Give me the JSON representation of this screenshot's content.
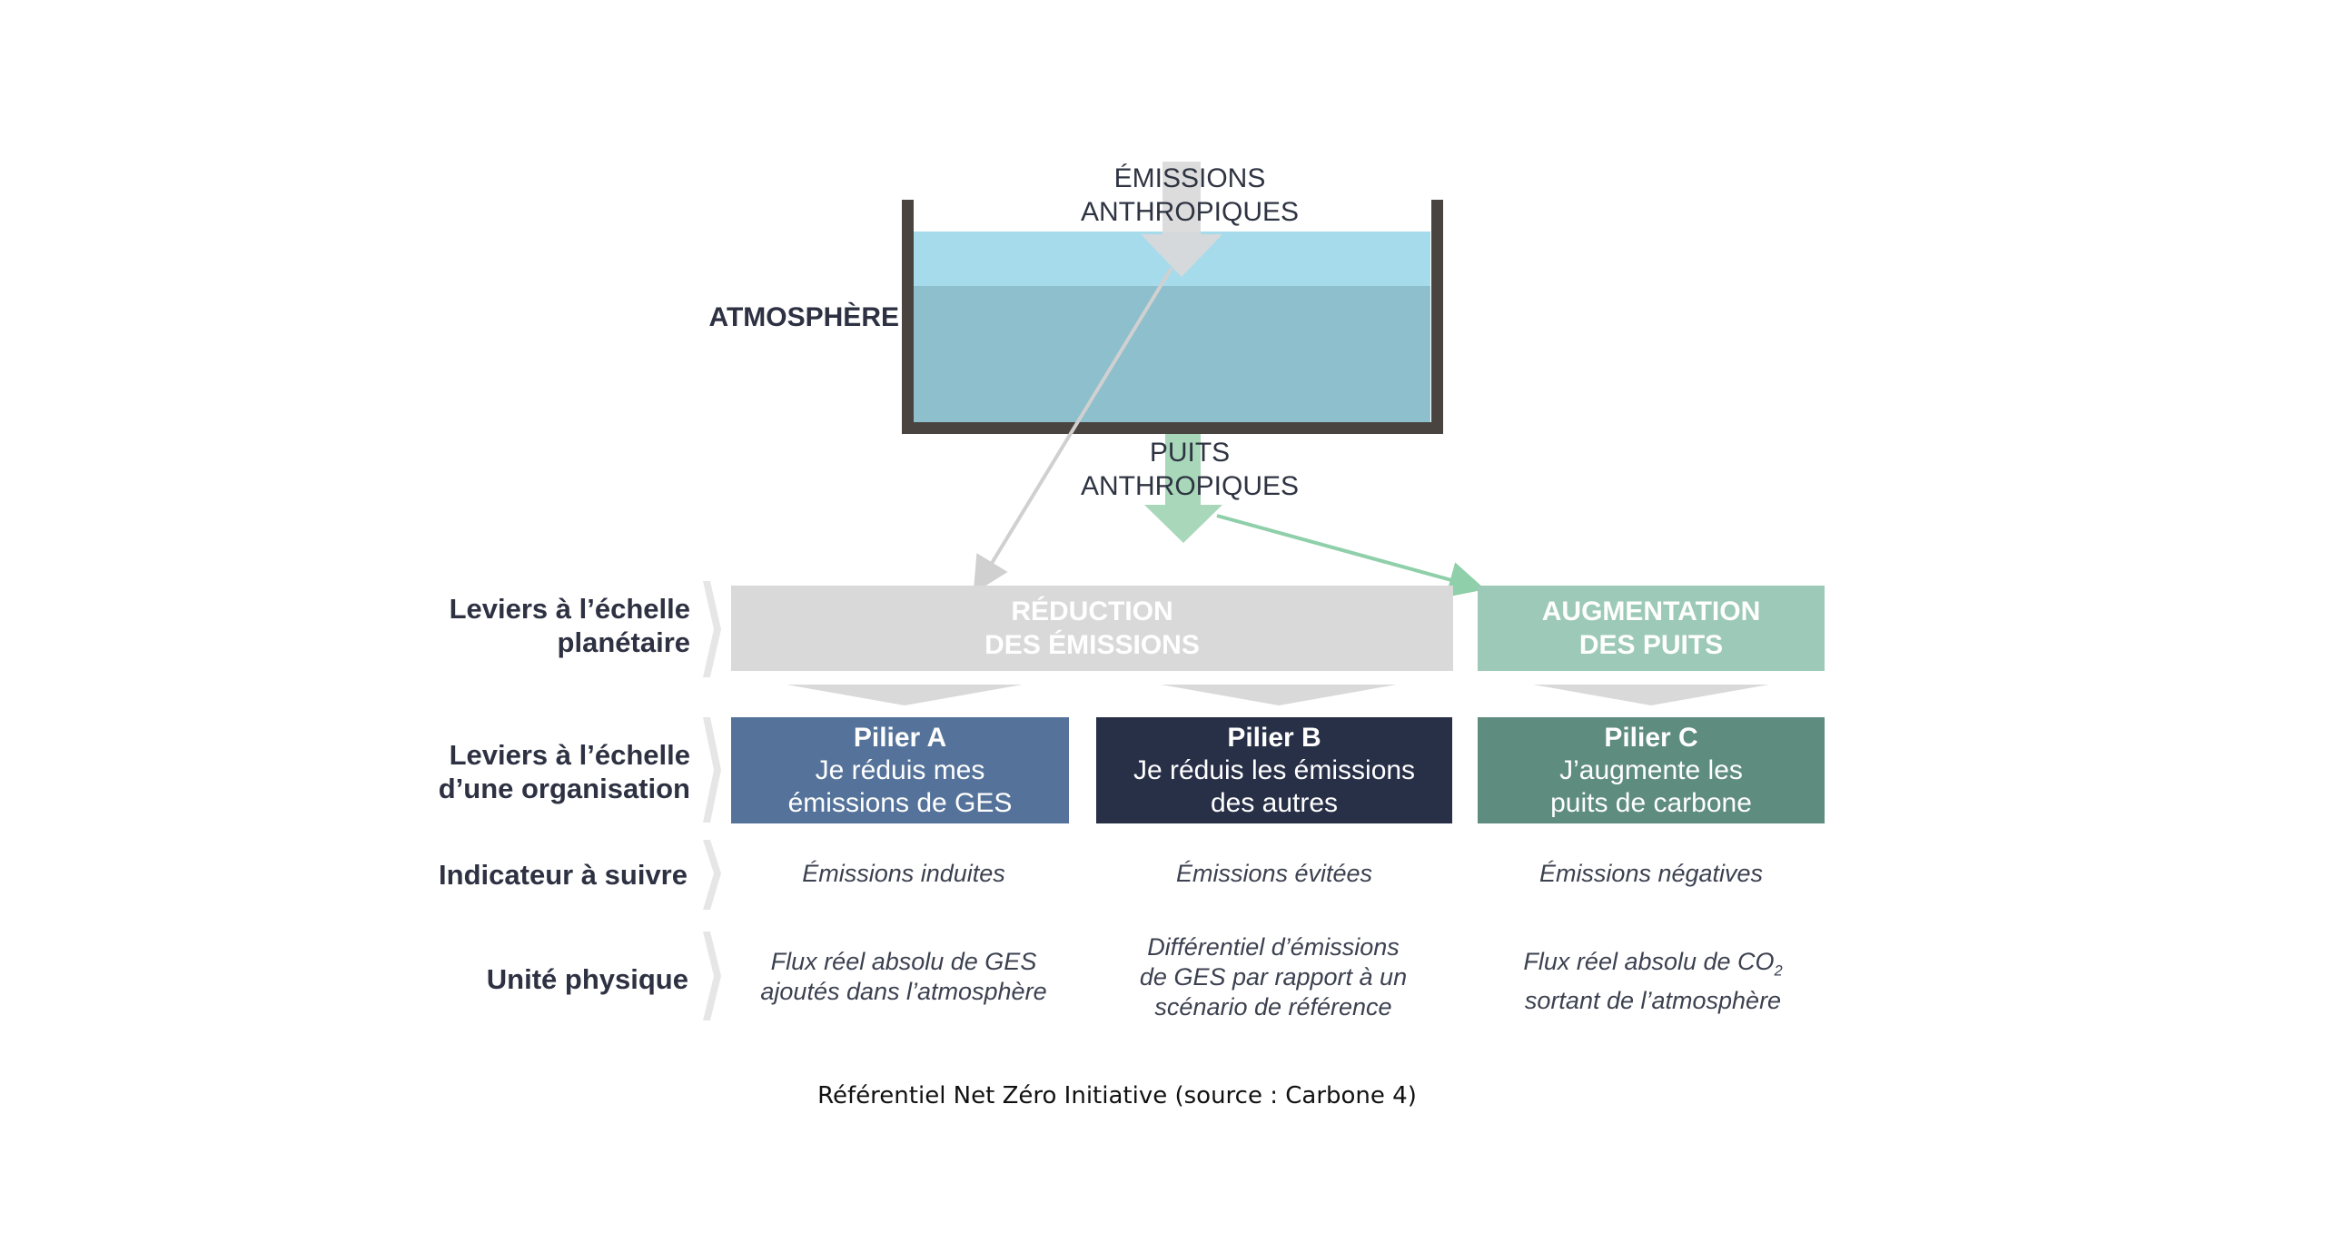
{
  "tank": {
    "label": "ATMOSPHÈRE",
    "emissions_line1": "ÉMISSIONS",
    "emissions_line2": "ANTHROPIQUES",
    "sinks_line1": "PUITS",
    "sinks_line2": "ANTHROPIQUES"
  },
  "rows": {
    "planetary_line1": "Leviers à l’échelle",
    "planetary_line2": "planétaire",
    "organisation_line1": "Leviers à l’échelle",
    "organisation_line2": "d’une organisation",
    "indicator": "Indicateur à suivre",
    "unit": "Unité physique"
  },
  "planetary": {
    "reduction_line1": "RÉDUCTION",
    "reduction_line2": "DES ÉMISSIONS",
    "increase_line1": "AUGMENTATION",
    "increase_line2": "DES PUITS"
  },
  "pillars": [
    {
      "title": "Pilier A",
      "line1": "Je réduis mes",
      "line2": "émissions de GES",
      "indicator": "Émissions induites",
      "unit_line1": "Flux réel absolu de GES",
      "unit_line2": "ajoutés dans l’atmosphère",
      "unit_line3": ""
    },
    {
      "title": "Pilier B",
      "line1": "Je réduis les émissions",
      "line2": "des autres",
      "indicator": "Émissions évitées",
      "unit_line1": "Différentiel d’émissions",
      "unit_line2": "de GES par rapport à un",
      "unit_line3": "scénario de référence"
    },
    {
      "title": "Pilier C",
      "line1": "J’augmente les",
      "line2": "puits de carbone",
      "indicator": "Émissions négatives",
      "unit_line1": "Flux réel absolu de CO",
      "unit_sub": "2",
      "unit_line2": "sortant de l’atmosphère",
      "unit_line3": ""
    }
  ],
  "caption": "Référentiel Net Zéro Initiative (source : Carbone 4)",
  "colors": {
    "tank_wall": "#4a4440",
    "water_light": "#a6dbec",
    "water_dark": "#8dbfcc",
    "grey_arrow": "#d9d9d9",
    "green_arrow": "#a8d8b9",
    "reduction_box": "#d9d9d9",
    "increase_box": "#9dc9b8",
    "pilier_a": "#55739a",
    "pilier_b": "#283048",
    "pilier_c": "#5e8c7e"
  }
}
